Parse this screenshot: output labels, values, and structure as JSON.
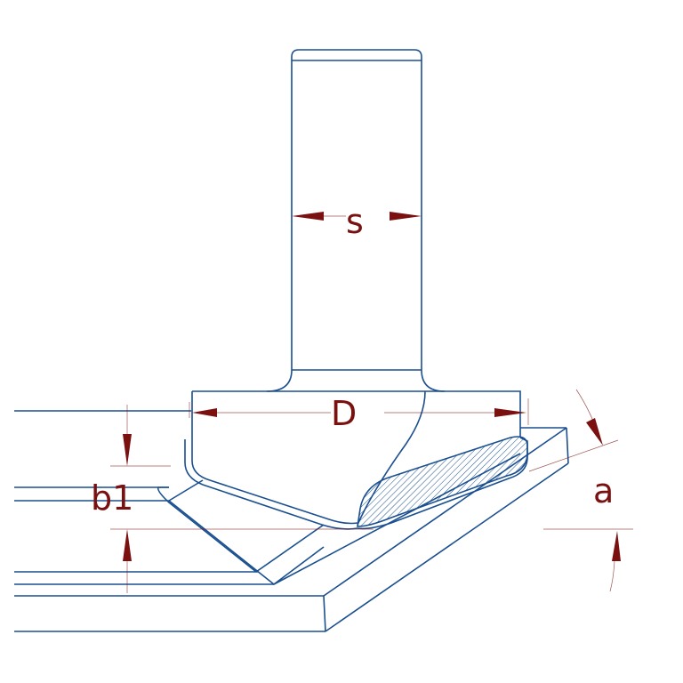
{
  "labels": {
    "shank": "s",
    "diameter": "D",
    "height": "b1",
    "angle": "a"
  },
  "colors": {
    "outline": "#1a4f8f",
    "dimension": "#7a1010",
    "hatch": "#1a4f8f"
  }
}
